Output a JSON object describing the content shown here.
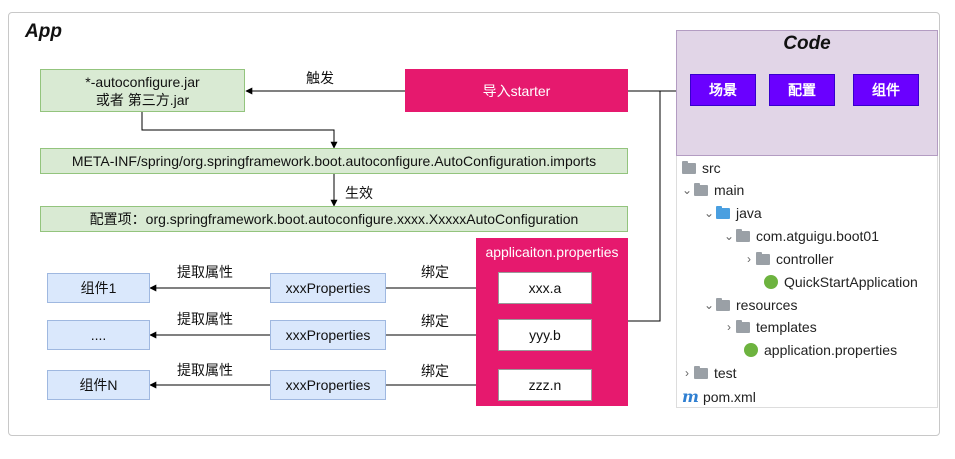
{
  "app_title": "App",
  "code_title": "Code",
  "boxes": {
    "autoconfigure_jar_line1": "*-autoconfigure.jar",
    "autoconfigure_jar_line2": "或者 第三方.jar",
    "import_starter": "导入starter",
    "imports_file": "META-INF/spring/org.springframework.boot.autoconfigure.AutoConfiguration.imports",
    "config_item": "配置项：org.springframework.boot.autoconfigure.xxxx.XxxxxAutoConfiguration",
    "app_properties_title": "applicaiton.properties"
  },
  "edge_labels": {
    "trigger": "触发",
    "effect": "生效"
  },
  "rows": [
    {
      "component": "组件1",
      "extract": "提取属性",
      "properties": "xxxProperties",
      "bind": "绑定",
      "key": "xxx.a"
    },
    {
      "component": "....",
      "extract": "提取属性",
      "properties": "xxxProperties",
      "bind": "绑定",
      "key": "yyy.b"
    },
    {
      "component": "组件N",
      "extract": "提取属性",
      "properties": "xxxProperties",
      "bind": "绑定",
      "key": "zzz.n"
    }
  ],
  "code_buttons": [
    "场景",
    "配置",
    "组件"
  ],
  "tree": [
    {
      "label": "src",
      "icon": "folder-gray",
      "chevron": ""
    },
    {
      "label": "main",
      "icon": "folder-gray",
      "chevron": "open"
    },
    {
      "label": "java",
      "icon": "folder-blue",
      "chevron": "open"
    },
    {
      "label": "com.atguigu.boot01",
      "icon": "package",
      "chevron": "open"
    },
    {
      "label": "controller",
      "icon": "folder-gray",
      "chevron": "closed"
    },
    {
      "label": "QuickStartApplication",
      "icon": "spring-class",
      "chevron": ""
    },
    {
      "label": "resources",
      "icon": "folder-resources",
      "chevron": "open"
    },
    {
      "label": "templates",
      "icon": "folder-gray",
      "chevron": "closed"
    },
    {
      "label": "application.properties",
      "icon": "spring-properties",
      "chevron": ""
    },
    {
      "label": "test",
      "icon": "folder-gray",
      "chevron": "closed"
    },
    {
      "label": "pom.xml",
      "icon": "maven",
      "chevron": ""
    }
  ],
  "colors": {
    "green_fill": "#d9ead3",
    "blue_fill": "#dae8fc",
    "pink": "#e6196e",
    "purple": "#6a00ff",
    "code_panel": "#e1d5e7"
  }
}
